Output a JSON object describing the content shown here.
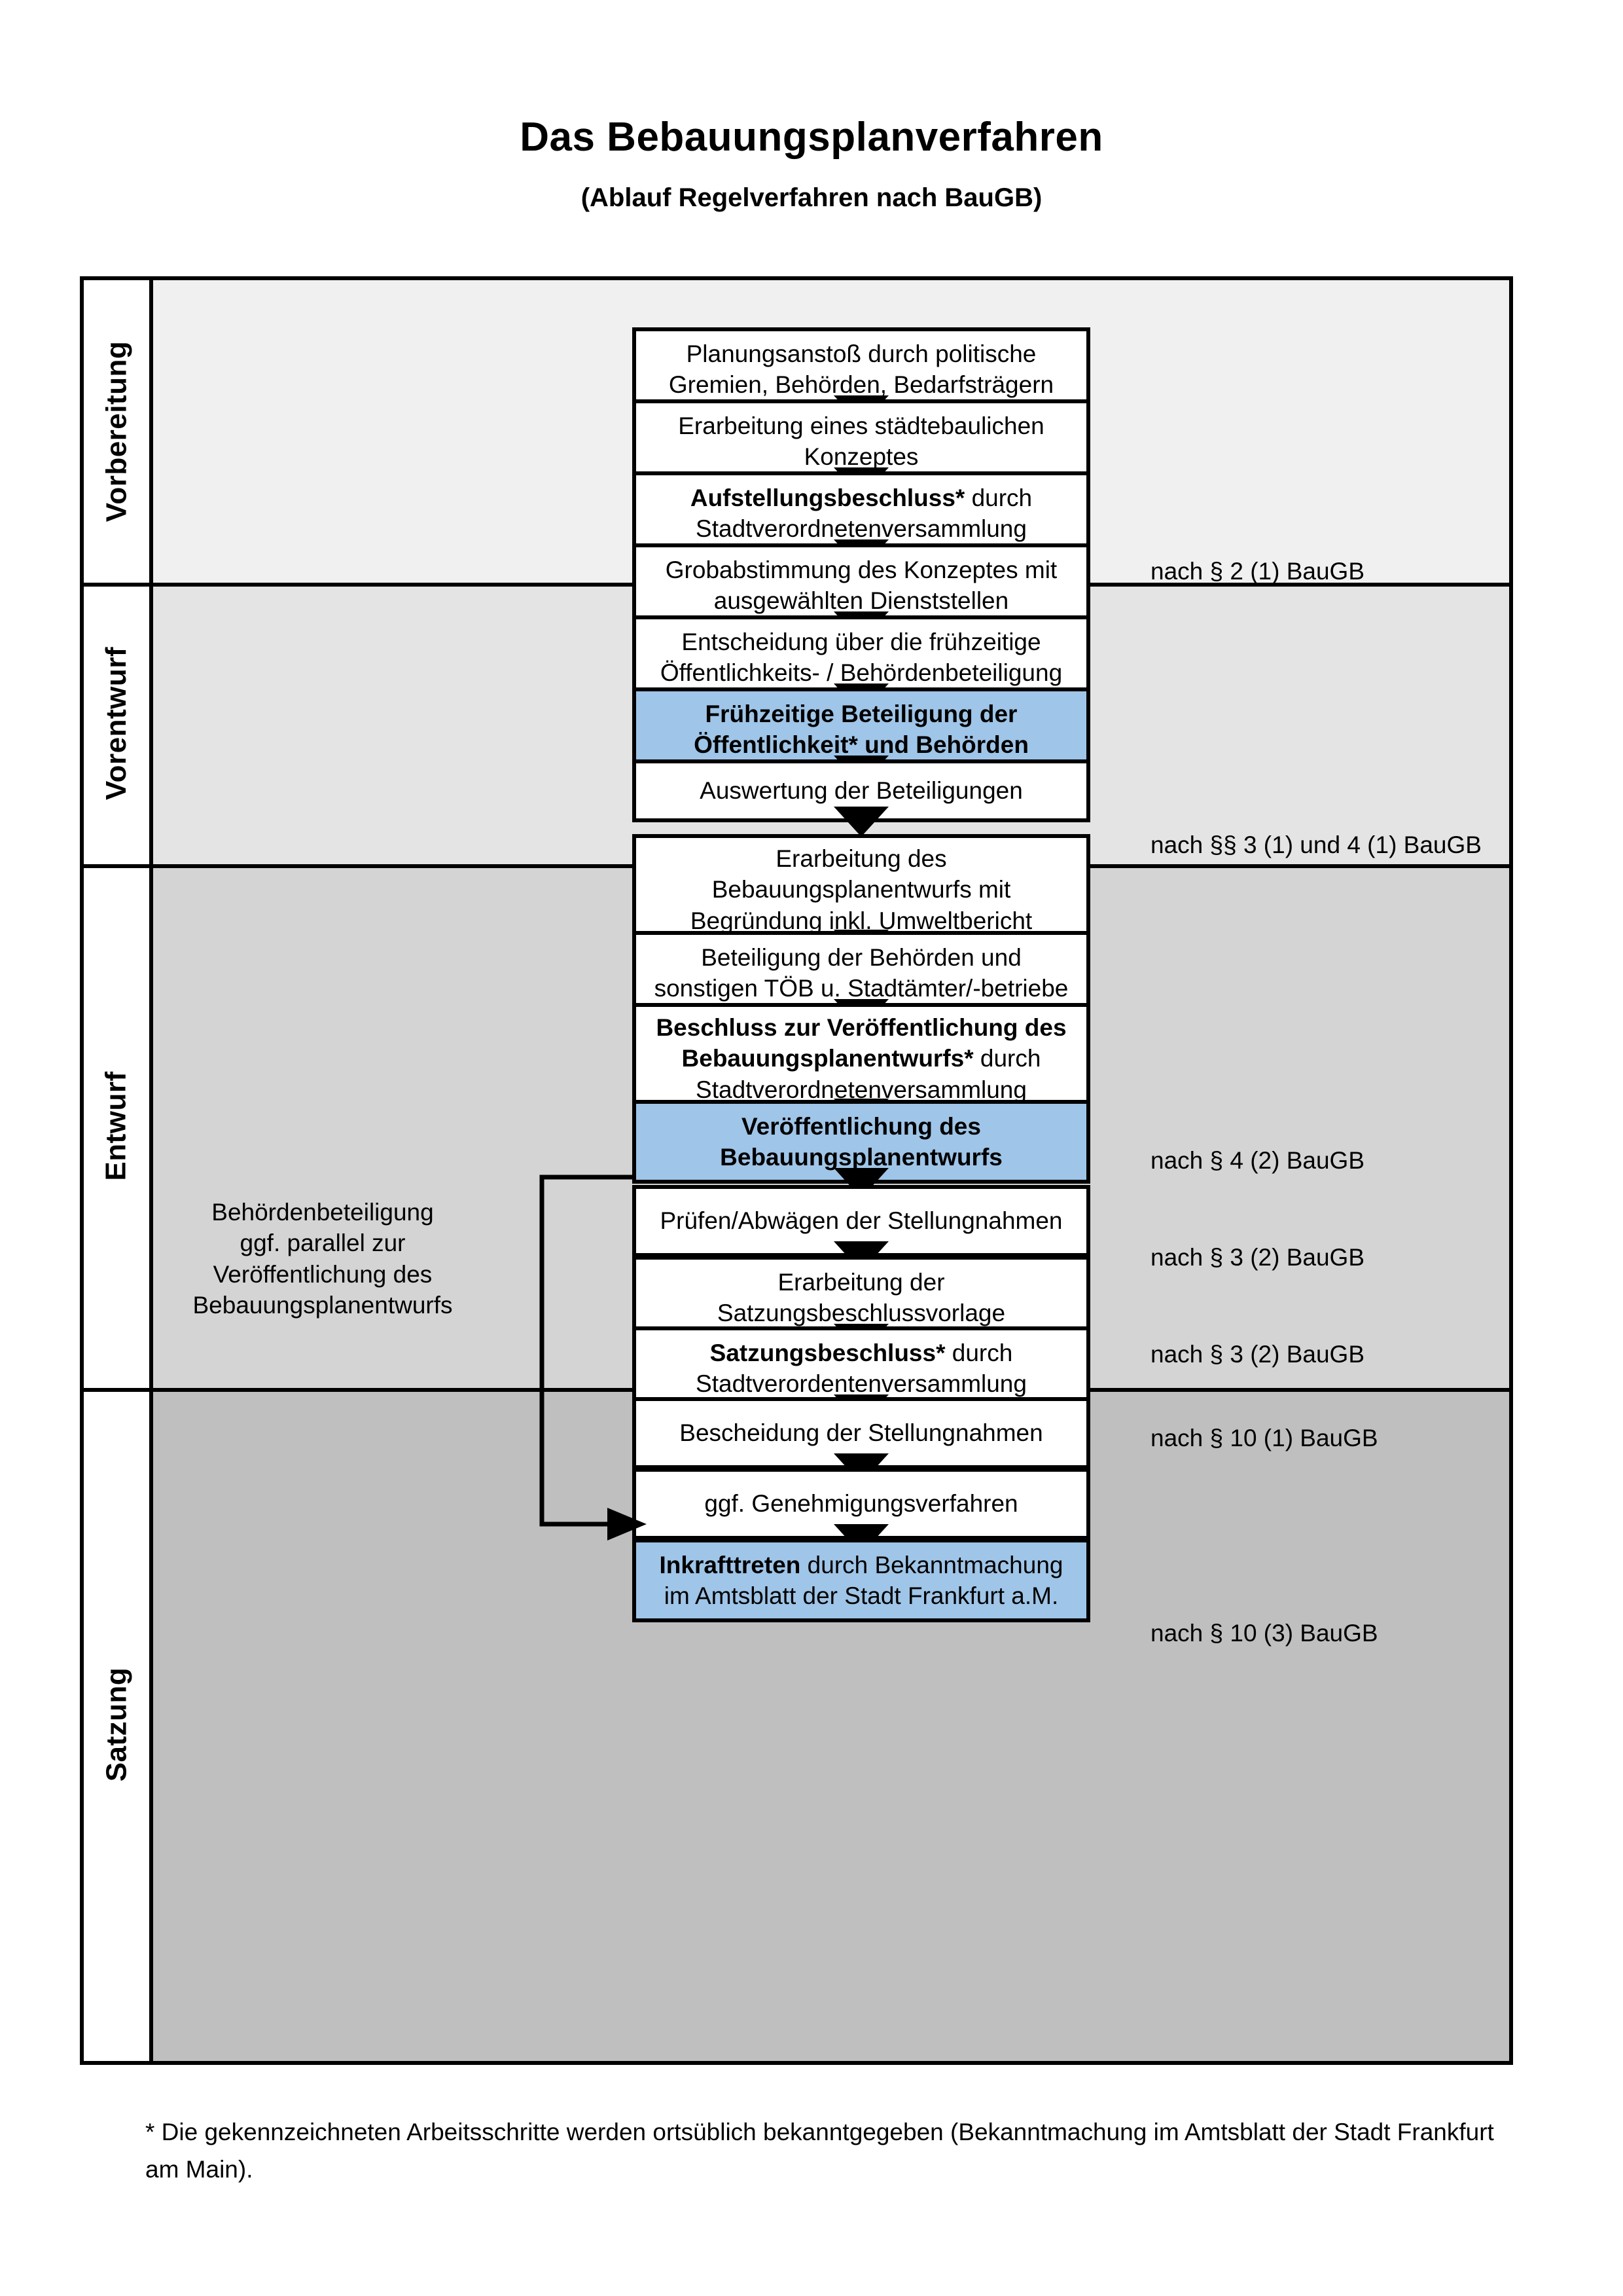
{
  "title": {
    "main": "Das Bebauungsplanverfahren",
    "sub": "(Ablauf Regelverfahren nach BauGB)"
  },
  "phases": [
    {
      "label": "Vorbereitung",
      "bg": "#F0F0F0"
    },
    {
      "label": "Vorentwurf",
      "bg": "#E4E4E4"
    },
    {
      "label": "Entwurf",
      "bg": "#D4D4D4"
    },
    {
      "label": "Satzung",
      "bg": "#BFBFBF"
    }
  ],
  "steps": [
    {
      "id": "planungsanstoss",
      "phase": 0,
      "highlight": false,
      "lines": [
        {
          "t": "Planungsanstoß durch politische",
          "b": false
        },
        {
          "t": "Gremien, Behörden, Bedarfsträgern",
          "b": false
        }
      ]
    },
    {
      "id": "staedtebau-konzept",
      "phase": 0,
      "highlight": false,
      "lines": [
        {
          "t": "Erarbeitung eines städtebaulichen",
          "b": false
        },
        {
          "t": "Konzeptes",
          "b": false
        }
      ]
    },
    {
      "id": "aufstellungsbeschluss",
      "phase": 0,
      "highlight": false,
      "lines": [
        {
          "t": "Aufstellungsbeschluss*",
          "b": true,
          "tail": " durch"
        },
        {
          "t": "Stadtverordnetenversammlung",
          "b": false
        }
      ]
    },
    {
      "id": "grobabstimmung",
      "phase": 1,
      "highlight": false,
      "lines": [
        {
          "t": "Grobabstimmung des Konzeptes mit",
          "b": false
        },
        {
          "t": "ausgewählten Dienststellen",
          "b": false
        }
      ]
    },
    {
      "id": "entscheidung-fruehz",
      "phase": 1,
      "highlight": false,
      "lines": [
        {
          "t": "Entscheidung über die frühzeitige",
          "b": false
        },
        {
          "t": "Öffentlichkeits- / Behördenbeteiligung",
          "b": false
        }
      ]
    },
    {
      "id": "fruehzeitige-beteiligung",
      "phase": 1,
      "highlight": true,
      "lines": [
        {
          "t": "Frühzeitige Beteiligung der",
          "b": true
        },
        {
          "t": "Öffentlichkeit* und Behörden",
          "b": true
        }
      ]
    },
    {
      "id": "auswertung",
      "phase": 2,
      "highlight": false,
      "lines": [
        {
          "t": "Auswertung der Beteiligungen",
          "b": false
        }
      ]
    },
    {
      "id": "erarbeitung-entwurf",
      "phase": 2,
      "highlight": false,
      "lines": [
        {
          "t": "Erarbeitung des",
          "b": false
        },
        {
          "t": "Bebauungsplanentwurfs mit",
          "b": false
        },
        {
          "t": "Begründung inkl. Umweltbericht",
          "b": false
        }
      ]
    },
    {
      "id": "beteiligung-behoerden",
      "phase": 2,
      "highlight": false,
      "lines": [
        {
          "t": "Beteiligung der Behörden und",
          "b": false
        },
        {
          "t": "sonstigen TÖB u. Stadtämter/-betriebe",
          "b": false
        }
      ]
    },
    {
      "id": "beschluss-veroeff",
      "phase": 2,
      "highlight": false,
      "lines": [
        {
          "t": "Beschluss zur Veröffentlichung des",
          "b": true
        },
        {
          "t": "Bebauungsplanentwurfs*",
          "b": true,
          "tail": " durch"
        },
        {
          "t": "Stadtverordnetenversammlung",
          "b": false
        }
      ]
    },
    {
      "id": "veroeffentlichung",
      "phase": 2,
      "highlight": true,
      "lines": [
        {
          "t": "Veröffentlichung des",
          "b": true
        },
        {
          "t": "Bebauungsplanentwurfs",
          "b": true
        }
      ]
    },
    {
      "id": "pruefen-abwaegen",
      "phase": 3,
      "highlight": false,
      "lines": [
        {
          "t": "Prüfen/Abwägen der Stellungnahmen",
          "b": false
        }
      ]
    },
    {
      "id": "satzungsvorlage",
      "phase": 3,
      "highlight": false,
      "lines": [
        {
          "t": "Erarbeitung der",
          "b": false
        },
        {
          "t": "Satzungsbeschlussvorlage",
          "b": false
        }
      ]
    },
    {
      "id": "satzungsbeschluss",
      "phase": 3,
      "highlight": false,
      "lines": [
        {
          "t": "Satzungsbeschluss*",
          "b": true,
          "tail": " durch"
        },
        {
          "t": "Stadtverordentenversammlung",
          "b": false
        }
      ]
    },
    {
      "id": "bescheidung",
      "phase": 3,
      "highlight": false,
      "lines": [
        {
          "t": "Bescheidung der Stellungnahmen",
          "b": false
        }
      ]
    },
    {
      "id": "genehmigungsverfahren",
      "phase": 3,
      "highlight": false,
      "lines": [
        {
          "t": "ggf. Genehmigungsverfahren",
          "b": false
        }
      ]
    },
    {
      "id": "inkrafttreten",
      "phase": 3,
      "highlight": true,
      "lines": [
        {
          "t": "Inkrafttreten",
          "b": true,
          "tail": " durch Bekanntmachung"
        },
        {
          "t": "im Amtsblatt der Stadt Frankfurt a.M.",
          "b": false
        }
      ]
    }
  ],
  "law_refs": [
    {
      "id": "ref-2-1",
      "text": "nach § 2 (1) BauGB"
    },
    {
      "id": "ref-3-1-4-1",
      "text": "nach §§ 3 (1) und 4 (1) BauGB"
    },
    {
      "id": "ref-4-2",
      "text": "nach § 4 (2) BauGB"
    },
    {
      "id": "ref-3-2-a",
      "text": "nach § 3 (2) BauGB"
    },
    {
      "id": "ref-3-2-b",
      "text": "nach § 3 (2) BauGB"
    },
    {
      "id": "ref-10-1",
      "text": "nach § 10 (1) BauGB"
    },
    {
      "id": "ref-10-3",
      "text": "nach § 10 (3) BauGB"
    }
  ],
  "side_note": {
    "lines": [
      "Behördenbeteiligung",
      "ggf. parallel zur",
      "Veröffentlichung des",
      "Bebauungsplanentwurfs"
    ]
  },
  "footnote": "* Die gekennzeichneten Arbeitsschritte werden ortsüblich bekanntgegeben (Bekanntmachung im Amtsblatt  der Stadt Frankfurt am Main).",
  "colors": {
    "highlight_blue": "#9FC5E8",
    "border_black": "#000000",
    "phase_bg_1": "#F0F0F0",
    "phase_bg_2": "#E4E4E4",
    "phase_bg_3": "#D4D4D4",
    "phase_bg_4": "#BFBFBF"
  }
}
